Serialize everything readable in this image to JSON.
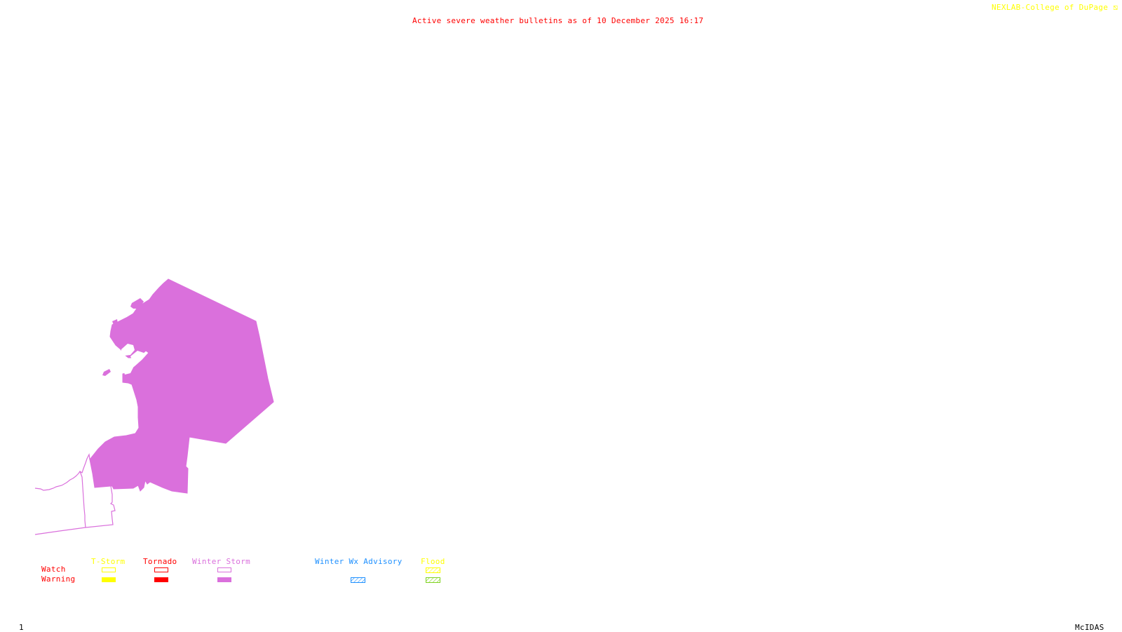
{
  "header": {
    "title": "Active severe weather bulletins as of 10 December 2025 16:17",
    "credit": "NEXLAB-College of DuPage",
    "credit_icon": "nexlab-logo-icon"
  },
  "footer": {
    "frame_number": "1",
    "software": "McIDAS"
  },
  "colors": {
    "title": "#ff0000",
    "credit": "#ffff00",
    "tstorm": "#ffff00",
    "tornado": "#ff0000",
    "winter_storm": "#da70dc",
    "winter_wx_advisory": "#1e90ff",
    "flood_watch": "#ffff00",
    "flood_warning": "#7fd21f",
    "row_labels": "#ff0000",
    "boundaries": "#da70dc"
  },
  "map": {
    "active_areas": [
      {
        "type": "Winter Storm Warning",
        "style": "filled"
      }
    ],
    "boundaries_drawn": "state/county lines"
  },
  "legend": {
    "row_labels": {
      "watch": "Watch",
      "warning": "Warning"
    },
    "categories": [
      {
        "label": "T-Storm",
        "watch": "outline",
        "warning": "filled"
      },
      {
        "label": "Tornado",
        "watch": "outline",
        "warning": "filled"
      },
      {
        "label": "Winter Storm",
        "watch": "outline",
        "warning": "filled"
      },
      {
        "label": "Winter Wx Advisory",
        "watch": null,
        "warning": "hatched"
      },
      {
        "label": "Flood",
        "watch": "hatched",
        "warning": "hatched"
      }
    ]
  }
}
